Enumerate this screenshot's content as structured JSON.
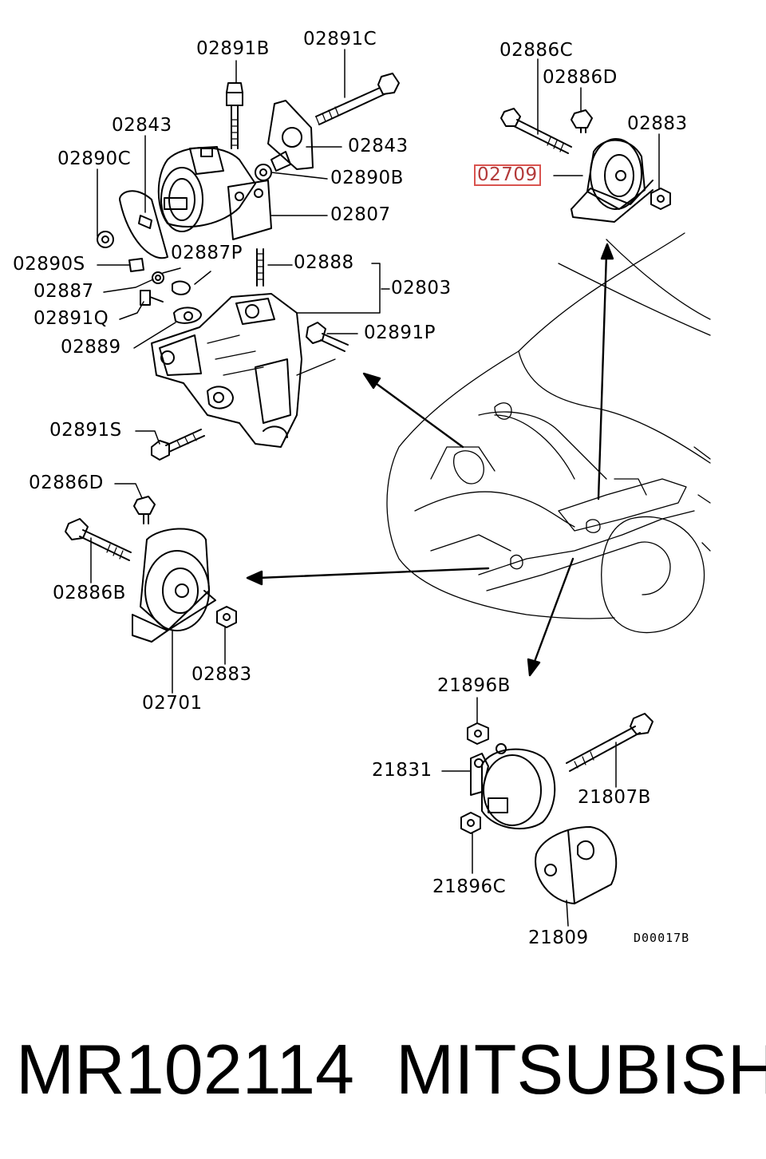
{
  "callouts": {
    "c02891B": "02891B",
    "c02891C": "02891C",
    "c02843_left": "02843",
    "c02843_right": "02843",
    "c02890C": "02890C",
    "c02890B": "02890B",
    "c02807": "02807",
    "c02890S": "02890S",
    "c02887P": "02887P",
    "c02888": "02888",
    "c02887": "02887",
    "c02803": "02803",
    "c02891Q": "02891Q",
    "c02889": "02889",
    "c02891P": "02891P",
    "c02891S": "02891S",
    "c02886D_left": "02886D",
    "c02886B": "02886B",
    "c02883_left": "02883",
    "c02701": "02701",
    "c02886C": "02886C",
    "c02886D_right": "02886D",
    "c02883_right": "02883",
    "c02709": "02709",
    "c21896B": "21896B",
    "c21831": "21831",
    "c21807B": "21807B",
    "c21896C": "21896C",
    "c21809": "21809"
  },
  "highlighted_part": "02709",
  "diagram_code": "D00017B",
  "footer": {
    "part_number": "MR102114",
    "brand": "MITSUBISHI"
  },
  "colors": {
    "line": "#000000",
    "highlight_border": "#d9534f",
    "highlight_text": "#b33a3a",
    "background": "#ffffff"
  }
}
